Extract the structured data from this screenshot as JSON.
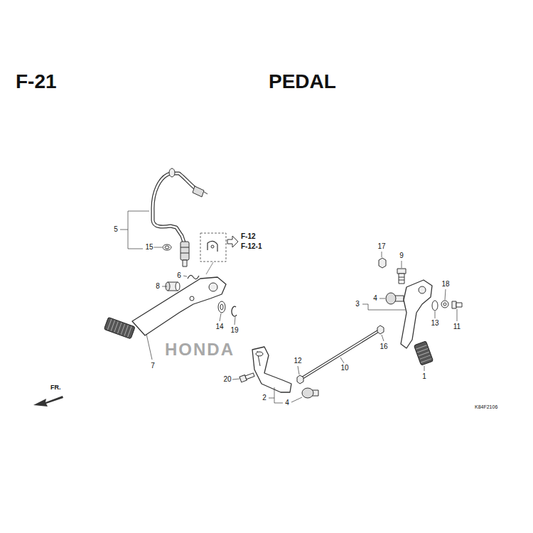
{
  "diagram": {
    "title": "PEDAL",
    "labels": [
      "F-21",
      "5",
      "15",
      "F-12",
      "F-12-1",
      "17",
      "9",
      "6",
      "8",
      "18",
      "4",
      "3",
      "13",
      "11",
      "14",
      "19",
      "16",
      "12",
      "10",
      "1",
      "7",
      "HONDA",
      "20",
      "2",
      "4",
      "FR.",
      "K84F2106"
    ]
  }
}
